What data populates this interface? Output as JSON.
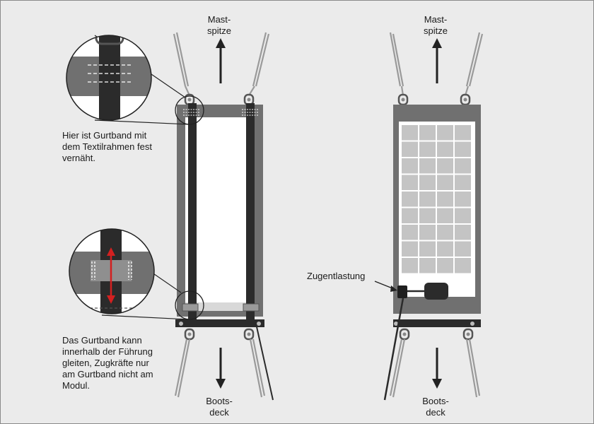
{
  "labels": {
    "mast_top_left": [
      "Mast-",
      "spitze"
    ],
    "mast_top_right": [
      "Mast-",
      "spitze"
    ],
    "boat_bottom_left": [
      "Boots-",
      "deck"
    ],
    "boat_bottom_right": [
      "Boots-",
      "deck"
    ],
    "note_top": [
      "Hier ist Gurtband mit",
      "dem Textilrahmen fest",
      "vernäht."
    ],
    "note_bottom": [
      "Das Gurtband kann",
      "innerhalb der Führung",
      "gleiten, Zugkräfte nur",
      "am Gurtband nicht am",
      "Modul."
    ],
    "strain_relief": "Zugentlastung"
  },
  "colors": {
    "background": "#ebebeb",
    "frame": "#707070",
    "strap": "#2b2b2b",
    "panel_cell": "#c4c4c4",
    "arrow_red": "#d42020",
    "border": "#8a8a8a"
  },
  "icons": [
    "up-arrow-icon",
    "down-arrow-icon",
    "rope-icon",
    "shackle-icon",
    "magnifier-circle-icon",
    "junction-box-icon"
  ]
}
